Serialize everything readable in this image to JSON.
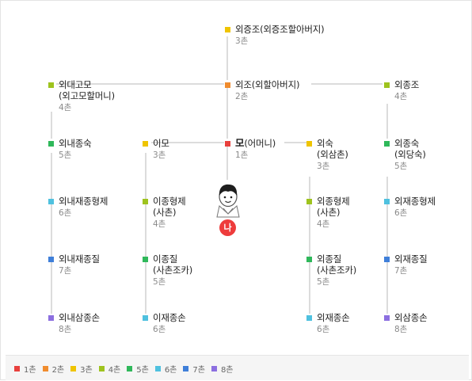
{
  "colors": {
    "1": "#e8403d",
    "2": "#f08c2e",
    "3": "#efc400",
    "4": "#9ec31e",
    "5": "#2fb85a",
    "6": "#4fc1df",
    "7": "#3f7fd9",
    "8": "#8c6fe0",
    "line": "#b8b8b8"
  },
  "me": {
    "badge": "나",
    "icon": "boy-face-icon"
  },
  "nodes": [
    {
      "id": "wjjj",
      "deg": "3",
      "name": [
        "외증조(외증조할아버지)"
      ],
      "degree": "3촌"
    },
    {
      "id": "wdgm",
      "deg": "4",
      "name": [
        "외대고모",
        "(외고모할머니)"
      ],
      "degree": "4촌"
    },
    {
      "id": "wjo",
      "deg": "2",
      "name": [
        "외조(외할아버지)"
      ],
      "degree": "2촌"
    },
    {
      "id": "wjj",
      "deg": "4",
      "name": [
        "외종조"
      ],
      "degree": "4촌"
    },
    {
      "id": "wnjs",
      "deg": "5",
      "name": [
        "외내종숙"
      ],
      "degree": "5촌"
    },
    {
      "id": "imo",
      "deg": "3",
      "name": [
        "이모"
      ],
      "degree": "3촌"
    },
    {
      "id": "mo",
      "deg": "1",
      "name": [
        "모(어머니)"
      ],
      "degree": "1촌",
      "bold_prefix": "모"
    },
    {
      "id": "wsuk",
      "deg": "3",
      "name": [
        "외숙",
        "(외삼촌)"
      ],
      "degree": "3촌"
    },
    {
      "id": "wjsuk",
      "deg": "5",
      "name": [
        "외종숙",
        "(외당숙)"
      ],
      "degree": "5촌"
    },
    {
      "id": "wnjjhj",
      "deg": "6",
      "name": [
        "외내재종형제"
      ],
      "degree": "6촌"
    },
    {
      "id": "ijhj",
      "deg": "4",
      "name": [
        "이종형제",
        "(사촌)"
      ],
      "degree": "4촌"
    },
    {
      "id": "wjhj",
      "deg": "4",
      "name": [
        "외종형제",
        "(사촌)"
      ],
      "degree": "4촌"
    },
    {
      "id": "wjjhj",
      "deg": "6",
      "name": [
        "외재종형제"
      ],
      "degree": "6촌"
    },
    {
      "id": "wnjjj",
      "deg": "7",
      "name": [
        "외내재종질"
      ],
      "degree": "7촌"
    },
    {
      "id": "ijj",
      "deg": "5",
      "name": [
        "이종질",
        "(사촌조카)"
      ],
      "degree": "5촌"
    },
    {
      "id": "wjj2",
      "deg": "5",
      "name": [
        "외종질",
        "(사촌조카)"
      ],
      "degree": "5촌"
    },
    {
      "id": "wjjjl",
      "deg": "7",
      "name": [
        "외재종질"
      ],
      "degree": "7촌"
    },
    {
      "id": "wnsjs",
      "deg": "8",
      "name": [
        "외내삼종손"
      ],
      "degree": "8촌"
    },
    {
      "id": "ijjs",
      "deg": "6",
      "name": [
        "이재종손"
      ],
      "degree": "6촌"
    },
    {
      "id": "wjjs",
      "deg": "6",
      "name": [
        "외재종손"
      ],
      "degree": "6촌"
    },
    {
      "id": "wsjs",
      "deg": "8",
      "name": [
        "외삼종손"
      ],
      "degree": "8촌"
    }
  ],
  "legend": [
    {
      "deg": "1",
      "label": "1촌"
    },
    {
      "deg": "2",
      "label": "2촌"
    },
    {
      "deg": "3",
      "label": "3촌"
    },
    {
      "deg": "4",
      "label": "4촌"
    },
    {
      "deg": "5",
      "label": "5촌"
    },
    {
      "deg": "6",
      "label": "6촌"
    },
    {
      "deg": "7",
      "label": "7촌"
    },
    {
      "deg": "8",
      "label": "8촌"
    }
  ]
}
